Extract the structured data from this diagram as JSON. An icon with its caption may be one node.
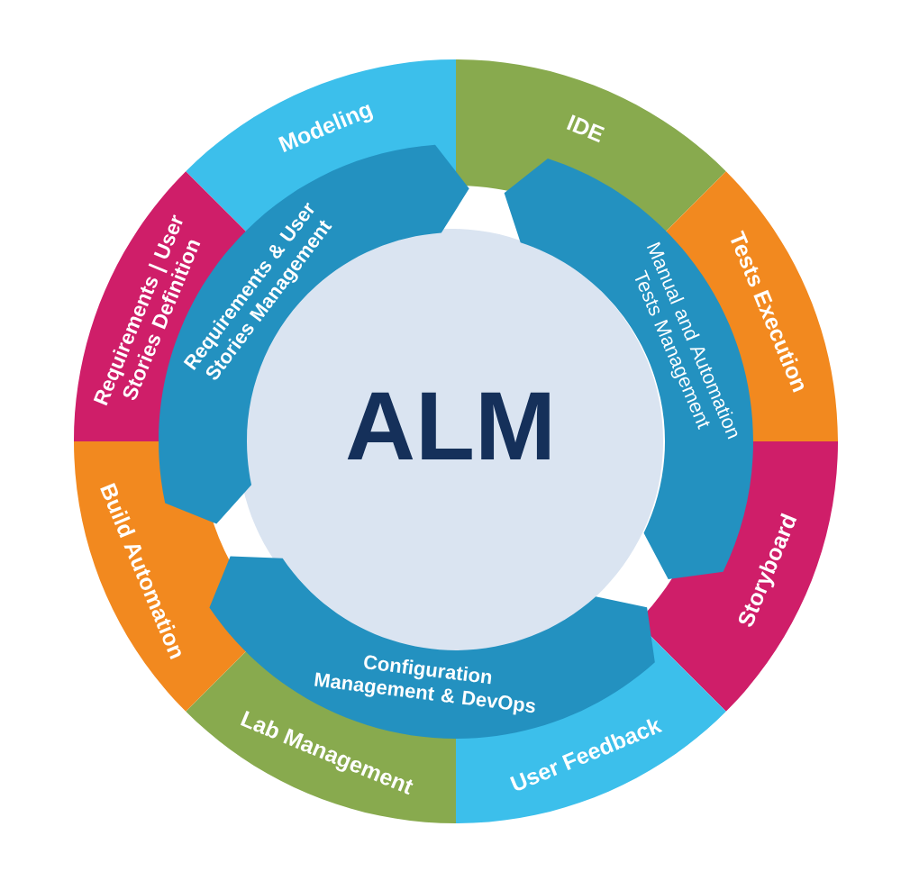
{
  "diagram": {
    "nodes": [
      {
        "text": [
          "ALM"
        ]
      },
      {
        "text": [
          "Requirements & User Stories Management"
        ]
      },
      {
        "text": [
          "Manual and Automation Tests Management"
        ]
      },
      {
        "text": [
          "Configuration Management & DevOps"
        ]
      },
      {
        "text": [
          "Modeling"
        ]
      },
      {
        "text": [
          "IDE"
        ]
      },
      {
        "text": [
          "Tests Execution"
        ]
      },
      {
        "text": [
          "Storyboard"
        ]
      },
      {
        "text": [
          "User Feedback"
        ]
      },
      {
        "text": [
          "Lab Management"
        ]
      },
      {
        "text": [
          "Build Automation"
        ]
      },
      {
        "text": [
          "Requirements | User Stories Definition"
        ]
      }
    ]
  }
}
